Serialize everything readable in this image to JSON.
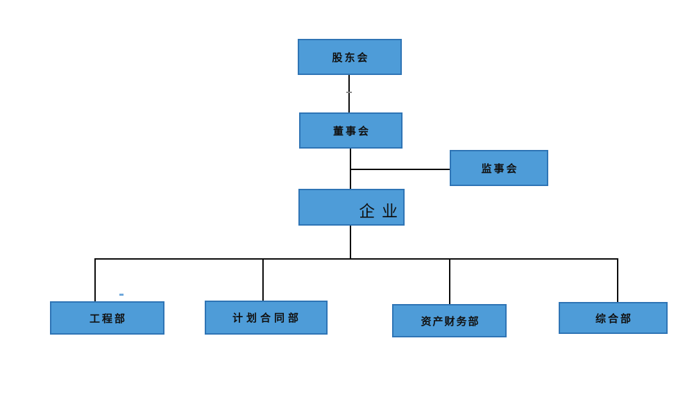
{
  "diagram": {
    "type": "org-chart",
    "colors": {
      "box_fill": "#4E9CD8",
      "box_border": "#2E74B5",
      "line": "#0a0a0a",
      "artifact": "#6FA8DC",
      "background": "#ffffff"
    },
    "nodes": [
      {
        "id": "shareholders-meeting",
        "label": "股东会"
      },
      {
        "id": "board-of-directors",
        "label": "董事会"
      },
      {
        "id": "supervisory-board",
        "label": "监事会"
      },
      {
        "id": "enterprise",
        "label": "企 业"
      },
      {
        "id": "engineering-dept",
        "label": "工程部"
      },
      {
        "id": "planning-contract-dept",
        "label": "计划合同部"
      },
      {
        "id": "asset-finance-dept",
        "label": "资产财务部"
      },
      {
        "id": "general-dept",
        "label": "综合部"
      }
    ],
    "edges": [
      {
        "from": "股东会",
        "to": "董事会"
      },
      {
        "from": "董事会",
        "to": "监事会"
      },
      {
        "from": "董事会",
        "to": "企 业"
      },
      {
        "from": "企 业",
        "to": "工程部"
      },
      {
        "from": "企 业",
        "to": "计划合同部"
      },
      {
        "from": "企 业",
        "to": "资产财务部"
      },
      {
        "from": "企 业",
        "to": "综合部"
      }
    ]
  }
}
